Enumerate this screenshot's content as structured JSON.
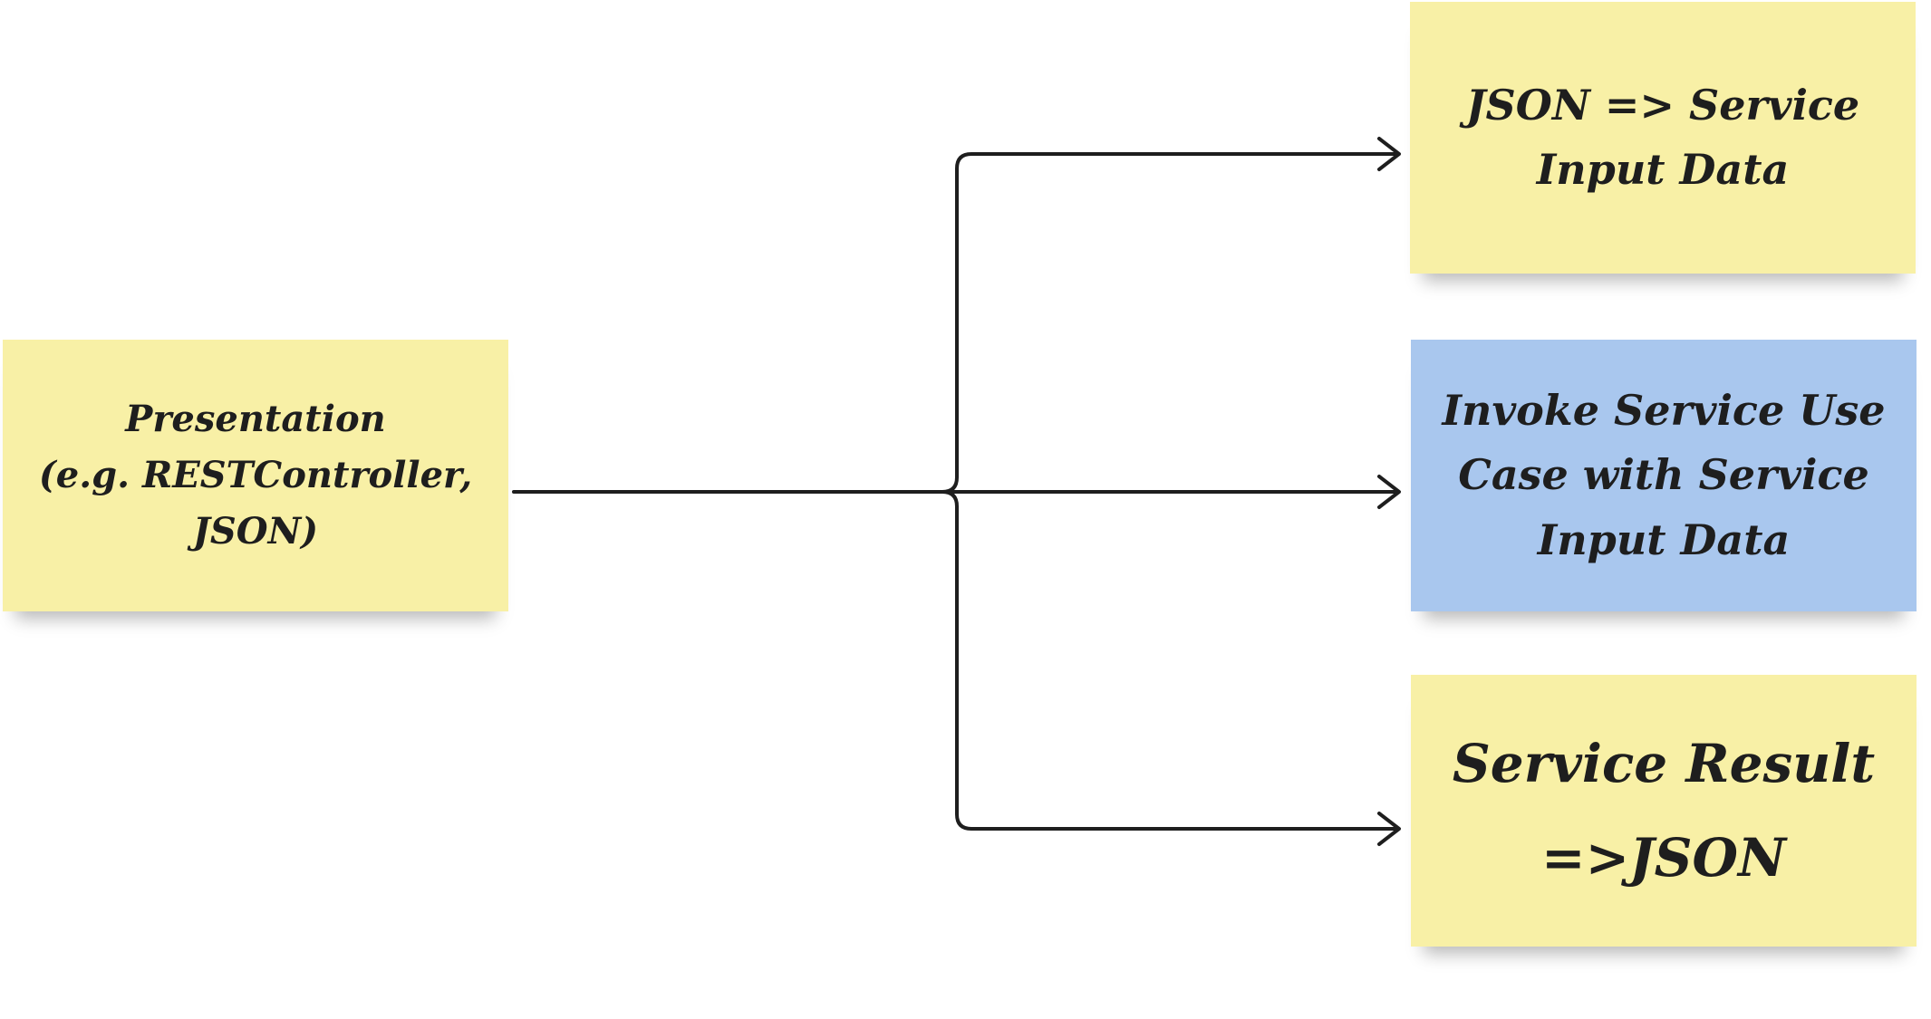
{
  "colors": {
    "note_yellow": "#f8f0a6",
    "note_blue": "#a9c7ee",
    "connector": "#1e1e1e",
    "text": "#1e1e1e"
  },
  "notes": {
    "presentation": {
      "text": "Presentation\n(e.g. RESTController,\nJSON)",
      "color": "yellow"
    },
    "json_to_input": {
      "text": "JSON => Service\nInput Data",
      "color": "yellow"
    },
    "invoke": {
      "text": "Invoke Service Use\nCase with Service\nInput Data",
      "color": "blue"
    },
    "result_to_json": {
      "text": "Service Result\n=>JSON",
      "color": "yellow"
    }
  },
  "connectors": [
    {
      "from": "presentation",
      "to": "json_to_input",
      "shape": "elbow-arrow"
    },
    {
      "from": "presentation",
      "to": "invoke",
      "shape": "straight-arrow"
    },
    {
      "from": "presentation",
      "to": "result_to_json",
      "shape": "elbow-arrow"
    }
  ]
}
